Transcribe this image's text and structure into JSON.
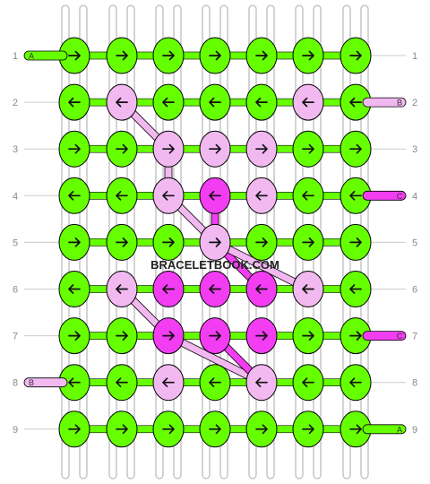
{
  "watermark": "BRACELETBOOK.COM",
  "colors": {
    "A": "#66ff00",
    "B": "#f2b8f0",
    "C": "#f23df2",
    "string_fill": "#ffffff",
    "string_stroke": "#aaaaaa",
    "knot_stroke": "#000000",
    "guide": "#cccccc"
  },
  "row_labels": [
    "1",
    "2",
    "3",
    "4",
    "5",
    "6",
    "7",
    "8",
    "9"
  ],
  "left_strings": [
    {
      "row": 0,
      "tag": "A"
    },
    {
      "row": 7,
      "tag": "B"
    }
  ],
  "right_strings": [
    {
      "row": 1,
      "tag": "B"
    },
    {
      "row": 3,
      "tag": "C"
    },
    {
      "row": 6,
      "tag": "C"
    },
    {
      "row": 8,
      "tag": "A"
    }
  ],
  "knots": [
    {
      "dir": "right",
      "colors": "AAAAAAA"
    },
    {
      "dir": "left",
      "colors": "ABAAABA"
    },
    {
      "dir": "right",
      "colors": "AABBBAA"
    },
    {
      "dir": "left",
      "colors": "AABCBAA"
    },
    {
      "dir": "right",
      "colors": "AAABAAA"
    },
    {
      "dir": "left",
      "colors": "ABCCCBA"
    },
    {
      "dir": "right",
      "colors": "AACCCAA"
    },
    {
      "dir": "left",
      "colors": "AABABAA"
    },
    {
      "dir": "right",
      "colors": "AAAAAAA"
    }
  ],
  "diagonals": [
    {
      "from": [
        1,
        1
      ],
      "to": [
        2,
        2
      ],
      "color": "B"
    },
    {
      "from": [
        2,
        2
      ],
      "to": [
        3,
        2
      ],
      "color": "B"
    },
    {
      "from": [
        3,
        2
      ],
      "to": [
        4,
        3
      ],
      "color": "B"
    },
    {
      "from": [
        3,
        3
      ],
      "to": [
        4,
        3
      ],
      "color": "C"
    },
    {
      "from": [
        4,
        3
      ],
      "to": [
        5,
        4
      ],
      "color": "C"
    },
    {
      "from": [
        4,
        3
      ],
      "to": [
        5,
        5
      ],
      "color": "B"
    },
    {
      "from": [
        5,
        1
      ],
      "to": [
        6,
        2
      ],
      "color": "B"
    },
    {
      "from": [
        6,
        2
      ],
      "to": [
        7,
        4
      ],
      "color": "B"
    },
    {
      "from": [
        6,
        3
      ],
      "to": [
        7,
        4
      ],
      "color": "C"
    }
  ]
}
